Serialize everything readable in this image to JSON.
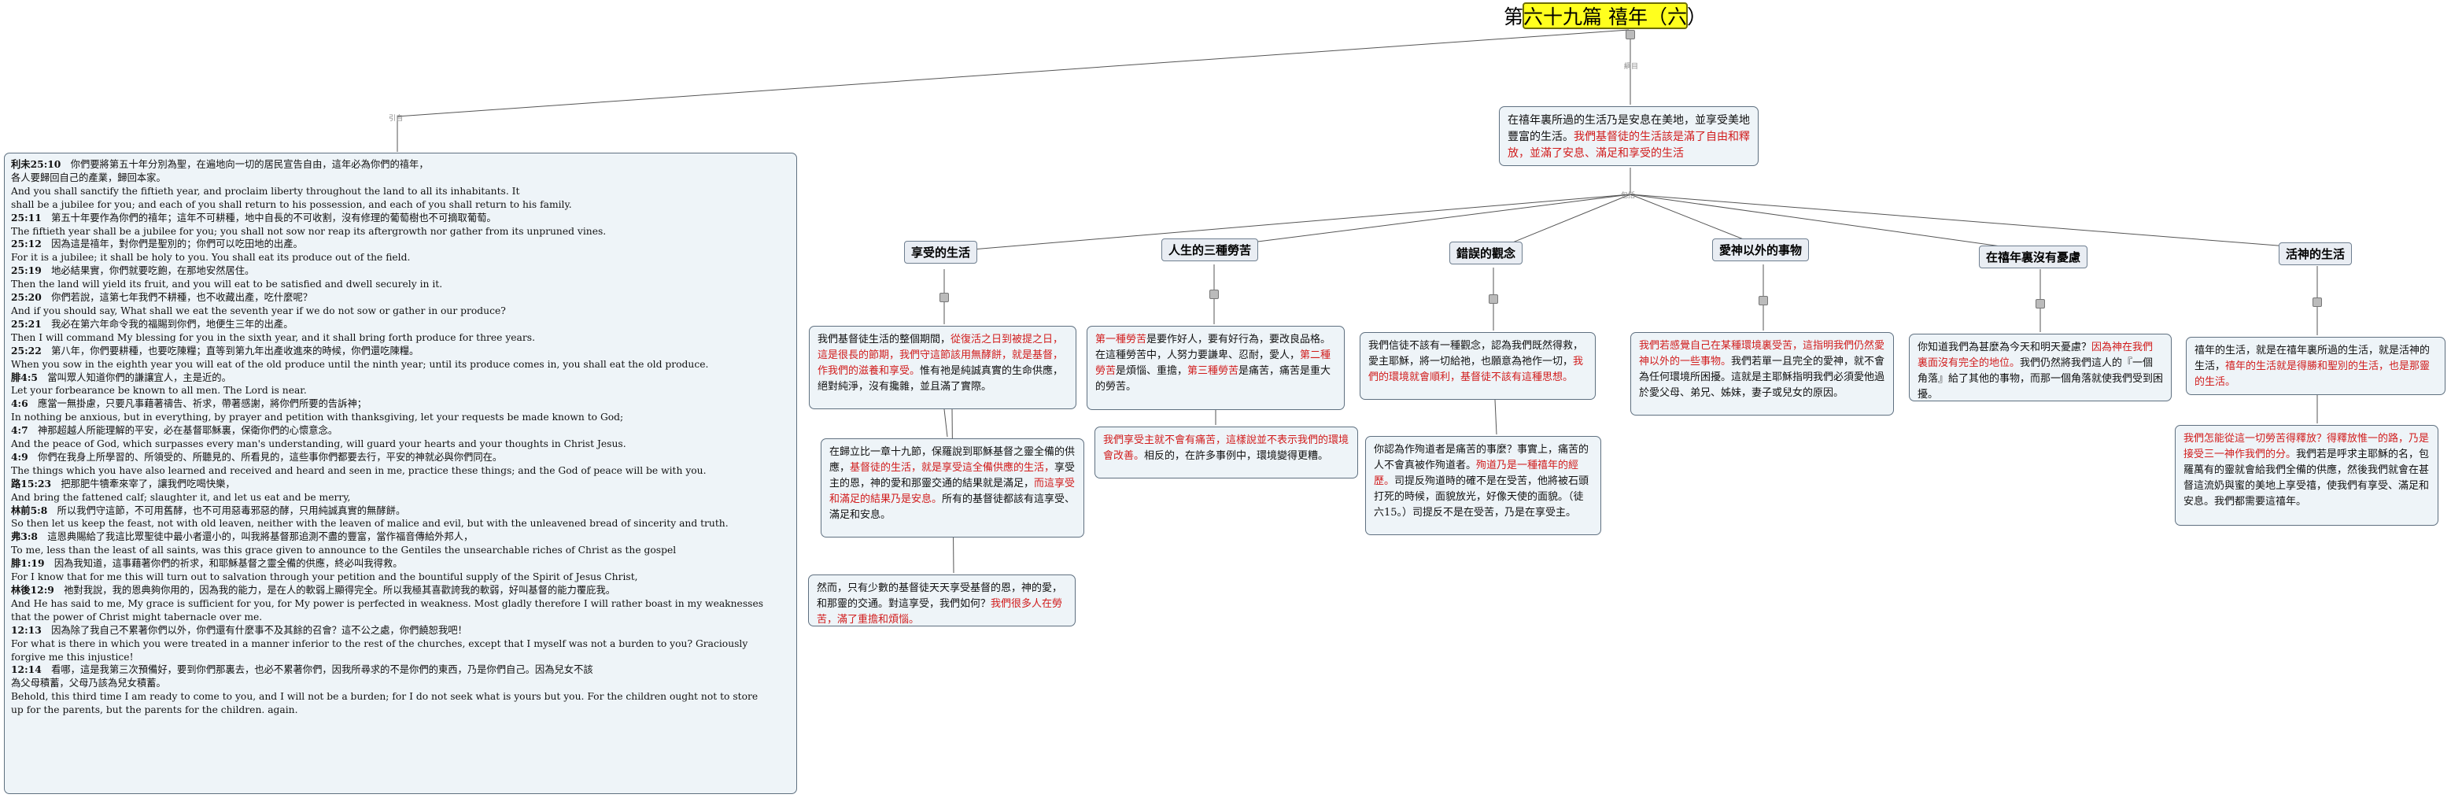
{
  "title": "第六十九篇 禧年（六）",
  "connector_labels": {
    "left": "引自",
    "right": "包括",
    "top": "綱目"
  },
  "summary": {
    "plain": "在禧年裏所過的生活乃是安息在美地，並享受美地豐富的生活。",
    "red": "我們基督徒的生活該是滿了自由和釋放，並滿了安息、滿足和享受的生活"
  },
  "categories": [
    {
      "label": "享受的生活"
    },
    {
      "label": "人生的三種勞苦"
    },
    {
      "label": "錯誤的觀念"
    },
    {
      "label": "愛神以外的事物"
    },
    {
      "label": "在禧年裏沒有憂慮"
    },
    {
      "label": "活神的生活"
    }
  ],
  "details": {
    "enjoy1": {
      "a": "我們基督徒生活的整個期間，",
      "b": "從復活之日到被提之日，這是很長的節期，我們守這節該用無酵餅，就是基督，作我們的滋養和享受。",
      "c": "惟有祂是純誠真實的生命供應，絕對純淨，沒有攙雜，並且滿了實際。"
    },
    "enjoy2": {
      "a": "在歸立比一章十九節，保羅說到耶穌基督之靈全備的供應，",
      "b": "基督徒的生活，就是享受這全備供應的生活，",
      "c": "享受主的恩，神的愛和那靈交通的結果就是滿足，",
      "d": "而這享受和滿足的結果乃是安息。",
      "e": "所有的基督徒都該有這享受、滿足和安息。"
    },
    "enjoy3": {
      "a": "然而，只有少數的基督徒天天享受基督的恩，神的愛，和那靈的交通。對這享受，我們如何？",
      "b": "我們很多人在勞苦，滿了重擔和煩惱。"
    },
    "labor1": {
      "a": "第一種勞苦",
      "b": "是要作好人，要有好行為，要改良品格。在這種勞苦中，人努力要謙卑、忍耐，愛人，",
      "c": "第二種勞苦",
      "d": "是煩惱、重擔，",
      "e": "第三種勞苦",
      "f": "是痛苦，痛苦是重大的勞苦。"
    },
    "labor2": {
      "a": "我們享受主就不會有痛苦，這樣說並不表示我們的環境會改善。",
      "b": "相反的，在許多事例中，環境變得更糟。"
    },
    "wrong1": {
      "a": "我們信徒不該有一種觀念，認為我們既然得救，愛主耶穌，將一切給祂，也願意為祂作一切，",
      "b": "我們的環境就會順利，基督徒不該有這種思想。"
    },
    "wrong2": {
      "a": "你認為作殉道者是痛苦的事麼？事實上，痛苦的人不會真被作殉道者。",
      "b": "殉道乃是一種禧年的經歷。",
      "c": "司提反殉道時的確不是在受苦，他將被石頭打死的時候，面貌放光，好像天使的面貌。（徒六15。）司提反不是在受苦，乃是在享受主。"
    },
    "love": {
      "a": "我們若感覺自己在某種環境裏受苦，這指明我們仍然愛神以外的一些事物。",
      "b": "我們若單一且完全的愛神，就不會為任何環境所困擾。這就是主耶穌指明我們必須愛他過於愛父母、弟兄、姊妹，妻子或兒女的原因。"
    },
    "worry": {
      "a": "你知道我們為甚麼為今天和明天憂慮？",
      "b": "因為神在我們裏面沒有完全的地位。",
      "c": "我們仍然將我們這人的『一個角落』給了其他的事物，而那一個角落就使我們受到困擾。"
    },
    "living1": {
      "a": "禧年的生活，就是在禧年裏所過的生活，就是活神的生活，",
      "b": "禧年的生活就是得勝和聖別的生活，也是那靈的生活。"
    },
    "living2": {
      "a": "我們怎能從這一切勞苦得釋放？得釋放惟一的路，乃是接受三一神作我們的分。",
      "b": "我們若是呼求主耶穌的名，包羅萬有的靈就會給我們全備的供應，然後我們就會在甚督這流奶與蜜的美地上享受禧，使我們有享受、滿足和安息。我們都需要這禧年。"
    }
  },
  "scripture": [
    {
      "ref": "利未25:10",
      "text": "你們要將第五十年分別為聖，在遍地向一切的居民宣告自由，這年必為你們的禧年，"
    },
    {
      "text": "各人要歸回自己的產業，歸回本家。"
    },
    {
      "text": "And you shall sanctify the fiftieth year, and proclaim liberty throughout the land to all its inhabitants. It"
    },
    {
      "text": "shall be a jubilee for you; and each of you shall return to his possession, and each of you shall return to his family."
    },
    {
      "ref": "25:11",
      "text": "第五十年要作為你們的禧年；這年不可耕種，地中自長的不可收割，沒有修理的葡萄樹也不可摘取葡萄。"
    },
    {
      "text": "The fiftieth year shall be a jubilee for you; you shall not sow nor reap its aftergrowth nor gather from its unpruned vines."
    },
    {
      "ref": "25:12",
      "text": "因為這是禧年，對你們是聖別的；你們可以吃田地的出產。"
    },
    {
      "text": "For it is a jubilee; it shall be holy to you. You shall eat its produce out of the field."
    },
    {
      "ref": "25:19",
      "text": "地必結果實，你們就要吃飽，在那地安然居住。"
    },
    {
      "text": "Then the land will yield its fruit, and you will eat to be satisfied and dwell securely in it."
    },
    {
      "ref": "25:20",
      "text": "你們若說，這第七年我們不耕種，也不收藏出產，吃什麼呢？"
    },
    {
      "text": "And if you should say, What shall we eat the seventh year if we do not sow or gather in our produce?"
    },
    {
      "ref": "25:21",
      "text": "我必在第六年命令我的福賜到你們，地便生三年的出產。"
    },
    {
      "text": "Then I will command My blessing for you in the sixth year, and it shall bring forth produce for three years."
    },
    {
      "ref": "25:22",
      "text": "第八年，你們要耕種，也要吃陳糧；直等到第九年出產收進來的時候，你們還吃陳糧。"
    },
    {
      "text": "When you sow in the eighth year you will eat of the old produce until the ninth year; until its produce comes in, you shall eat the old produce."
    },
    {
      "ref": "腓4:5",
      "text": "當叫眾人知道你們的謙讓宜人，主是近的。"
    },
    {
      "text": "Let your forbearance be known to all men. The Lord is near."
    },
    {
      "ref": "4:6",
      "text": "應當一無掛慮，只要凡事藉著禱告、祈求，帶著感謝，將你們所要的告訴神；"
    },
    {
      "text": "In nothing be anxious, but in everything, by prayer and petition with thanksgiving, let your requests be made known to God;"
    },
    {
      "ref": "4:7",
      "text": "神那超越人所能理解的平安，必在基督耶穌裏，保衛你們的心懷意念。"
    },
    {
      "text": "And the peace of God, which surpasses every man's understanding, will guard your hearts and your thoughts in Christ Jesus."
    },
    {
      "ref": "4:9",
      "text": "你們在我身上所學習的、所領受的、所聽見的、所看見的，這些事你們都要去行，平安的神就必與你們同在。"
    },
    {
      "text": "The things which you have also learned and received and heard and seen in me, practice these things; and the God of peace will be with you."
    },
    {
      "ref": "路15:23",
      "text": "把那肥牛犢牽來宰了，讓我們吃喝快樂，"
    },
    {
      "text": "And bring the fattened calf; slaughter it, and let us eat and be merry,"
    },
    {
      "ref": "林前5:8",
      "text": "所以我們守這節，不可用舊酵，也不可用惡毒邪惡的酵，只用純誠真實的無酵餅。"
    },
    {
      "text": "So then let us keep the feast, not with old leaven, neither with the leaven of malice and evil, but with the unleavened bread of sincerity and truth."
    },
    {
      "ref": "弗3:8",
      "text": "這恩典賜給了我這比眾聖徒中最小者還小的，叫我將基督那追測不盡的豐富，當作福音傳給外邦人，"
    },
    {
      "text": "To me, less than the least of all saints, was this grace given to announce to the Gentiles the unsearchable riches of Christ as the gospel"
    },
    {
      "ref": "腓1:19",
      "text": "因為我知道，這事藉著你們的祈求，和耶穌基督之靈全備的供應，終必叫我得救。"
    },
    {
      "text": "For I know that for me this will turn out to salvation through your petition and the bountiful supply of the Spirit of Jesus Christ,"
    },
    {
      "ref": "林後12:9",
      "text": "祂對我說，我的恩典夠你用的，因為我的能力，是在人的軟弱上顯得完全。所以我極其喜歡誇我的軟弱，好叫基督的能力覆庇我。"
    },
    {
      "text": "And He has said to me, My grace is sufficient for you, for My power is perfected in weakness. Most gladly therefore I will rather boast in my weaknesses"
    },
    {
      "text": "that the power of Christ might tabernacle over me."
    },
    {
      "ref": "12:13",
      "text": "因為除了我自己不累著你們以外，你們還有什麼事不及其餘的召會？這不公之處，你們饒恕我吧！"
    },
    {
      "text": "For what is there in which you were treated in a manner inferior to the rest of the churches, except that I myself was not a burden to you? Graciously"
    },
    {
      "text": "forgive me this injustice!"
    },
    {
      "ref": "12:14",
      "text": "看哪，這是我第三次預備好，要到你們那裏去，也必不累著你們，因我所尋求的不是你們的東西，乃是你們自己。因為兒女不該"
    },
    {
      "text": "為父母積蓄，父母乃該為兒女積蓄。"
    },
    {
      "text": "Behold, this third time I am ready to come to you, and I will not be a burden; for I do not seek what is yours but you. For the children ought not to store"
    },
    {
      "text": "up for the parents, but the parents for the children. again."
    }
  ]
}
